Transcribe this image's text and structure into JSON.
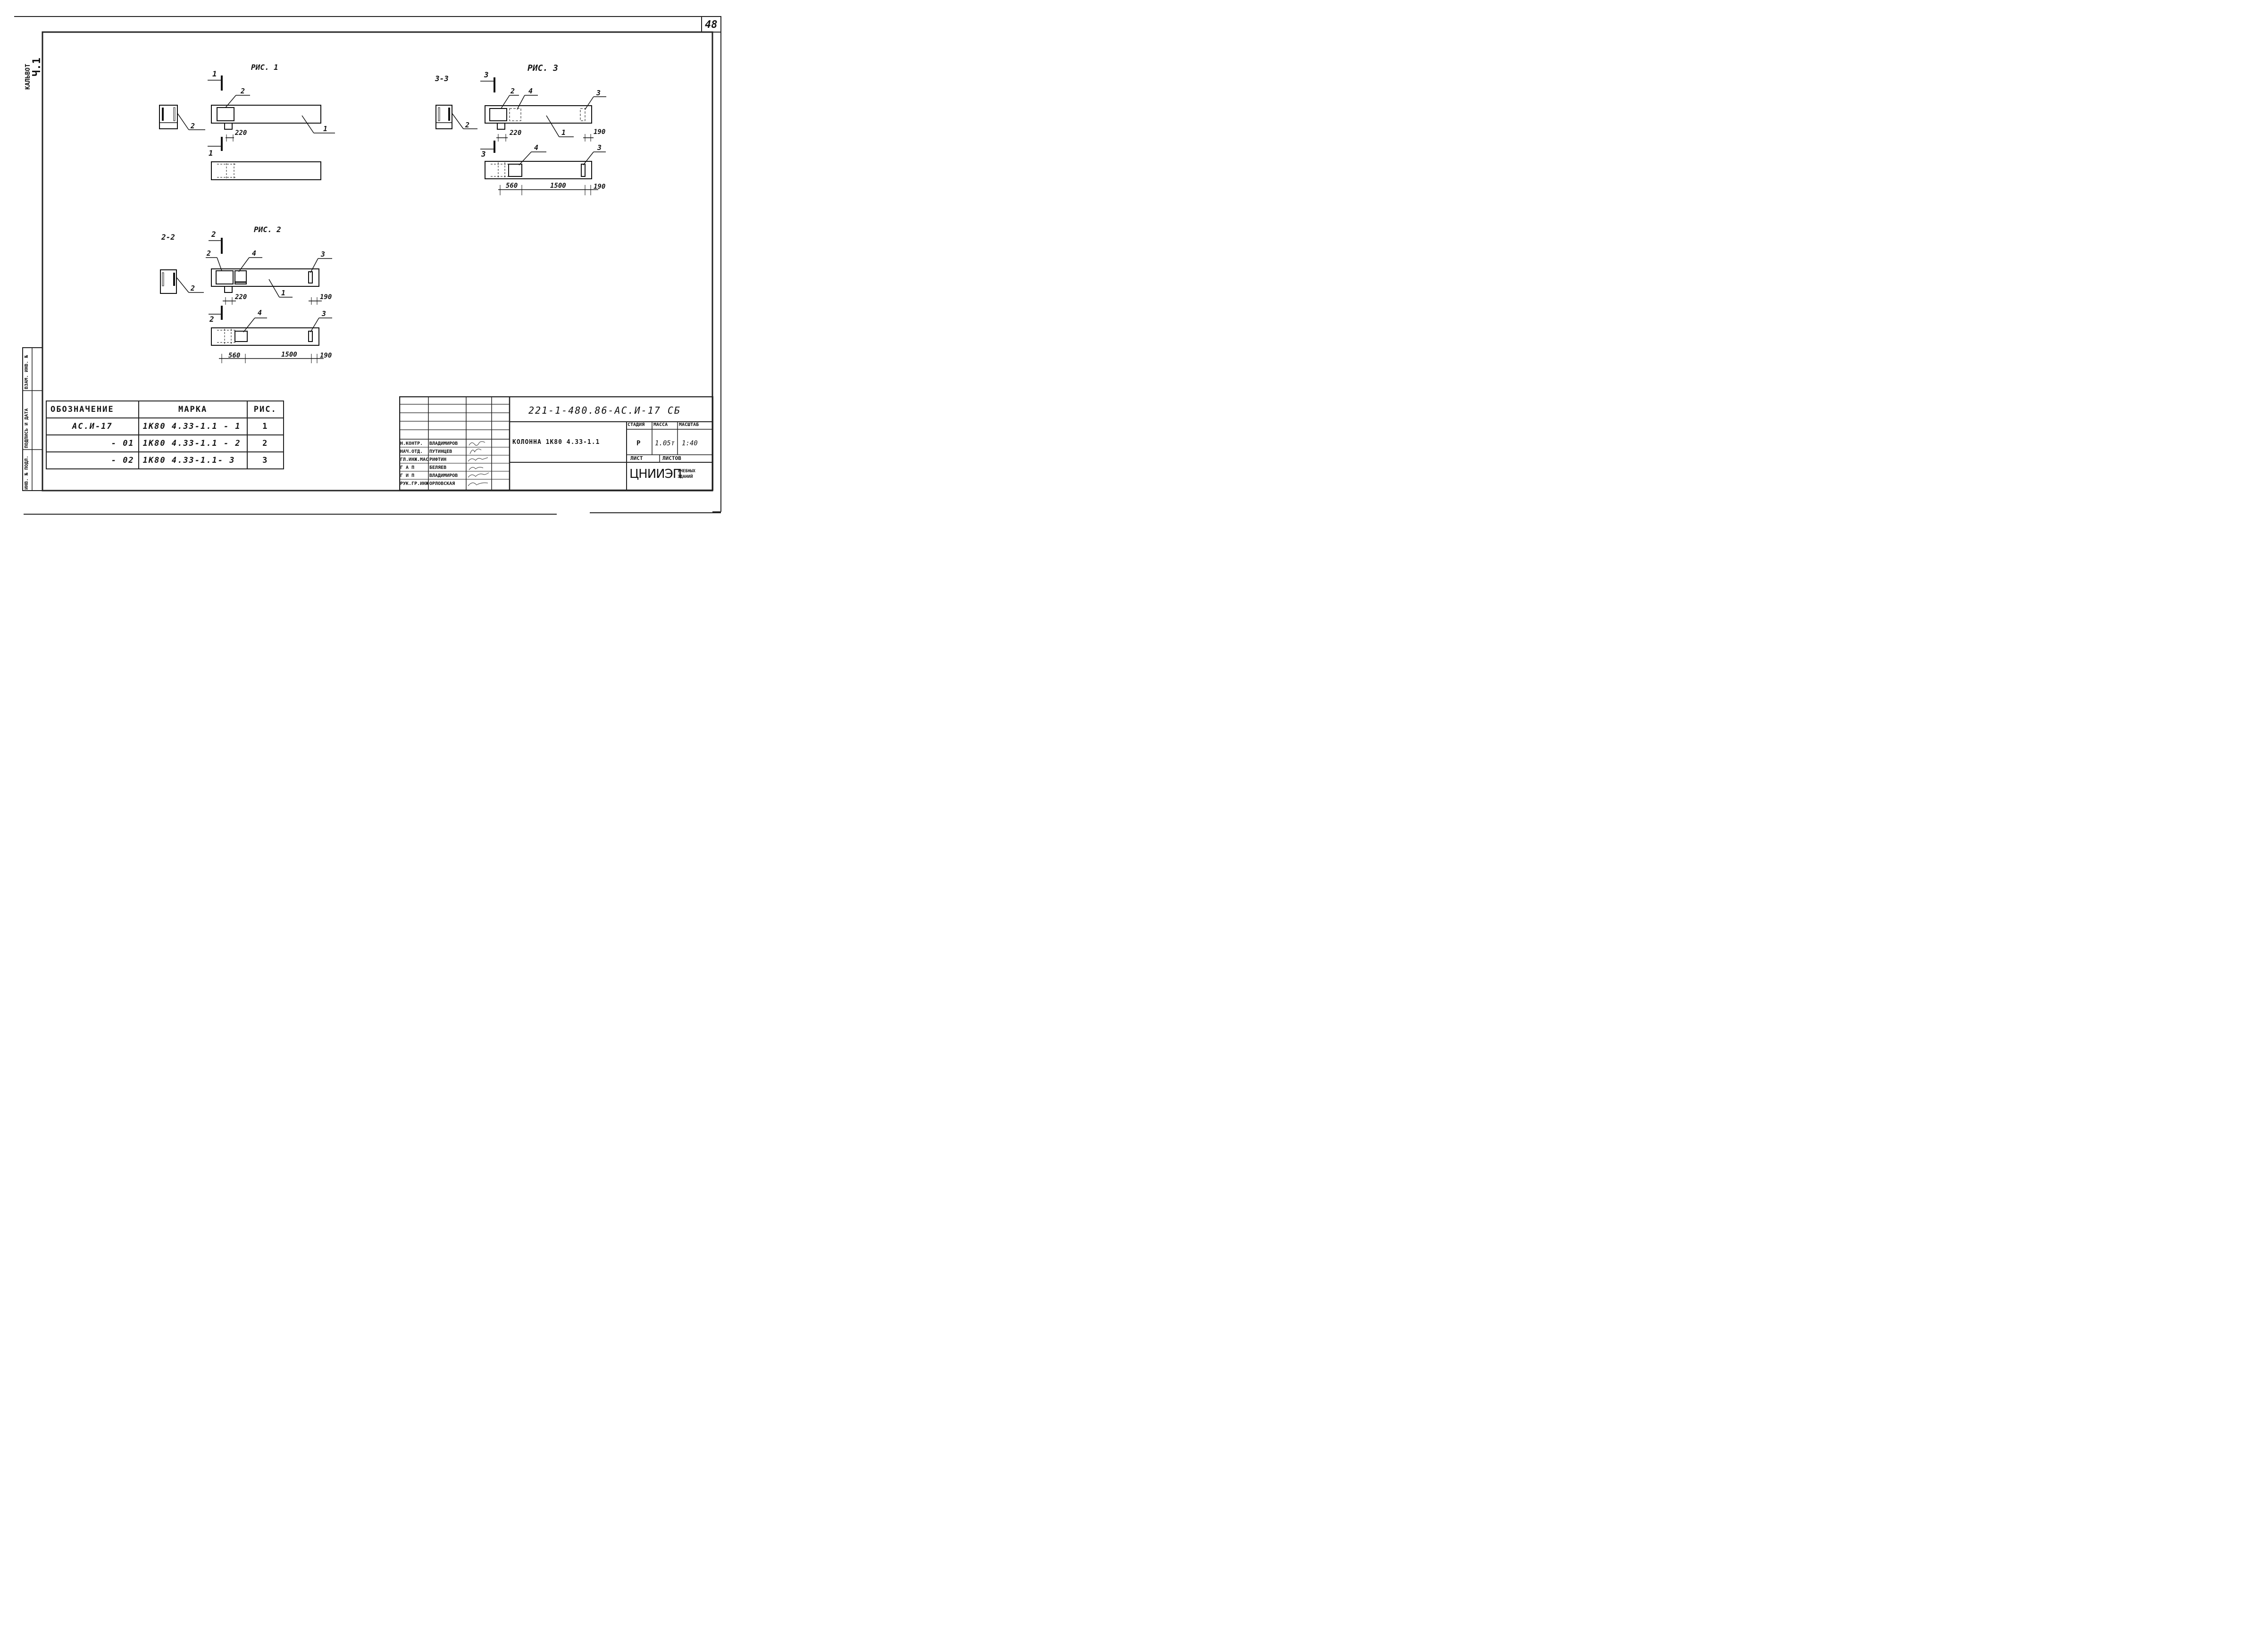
{
  "sheet": {
    "number": "48",
    "left_label_top": "КАЛЬВОТ",
    "left_label_code": "Ч.1"
  },
  "figures": {
    "fig1": {
      "title": "РИС. 1",
      "section_mark": "1",
      "dim": "220",
      "callouts": {
        "element_1": "1",
        "element_2": "2"
      }
    },
    "fig2": {
      "title": "РИС. 2",
      "section": "2-2",
      "section_mark": "2",
      "dims": {
        "d220": "220",
        "d190": "190",
        "d560": "560",
        "d1500": "1500",
        "d190b": "190"
      },
      "callouts": {
        "element_1": "1",
        "element_2": "2",
        "element_3": "3",
        "element_4": "4"
      }
    },
    "fig3": {
      "title": "РИС. 3",
      "section": "3-3",
      "section_mark": "3",
      "dims": {
        "d220": "220",
        "d190": "190",
        "d560": "560",
        "d1500": "1500",
        "d190b": "190"
      },
      "callouts": {
        "element_1": "1",
        "element_2": "2",
        "element_3": "3",
        "element_4": "4"
      }
    }
  },
  "spec_table": {
    "headers": [
      "ОБОЗНАЧЕНИЕ",
      "МАРКА",
      "РИС."
    ],
    "rows": [
      [
        "АС.И-17",
        "1К80 4.33-1.1 - 1",
        "1"
      ],
      [
        "- 01",
        "1К80 4.33-1.1 - 2",
        "2"
      ],
      [
        "- 02",
        "1К80 4.33-1.1- 3",
        "3"
      ]
    ]
  },
  "left_stamp": [
    "ИНВ. № ПОДЛ.",
    "ПОДПИСЬ И ДАТА",
    "ВЗАМ. ИНВ. №"
  ],
  "title_block": {
    "doc_code": "221-1-480.86-АС.И-17 СБ",
    "name": "КОЛОННА 1К80 4.33-1.1",
    "stage_label": "СТАДИЯ",
    "mass_label": "МАССА",
    "scale_label": "МАСШТАБ",
    "stage": "Р",
    "mass": "1.05т",
    "scale": "1:40",
    "sheet_label": "ЛИСТ",
    "sheets_label": "ЛИСТОВ",
    "org": "ЦНИИЭП",
    "org_sub1": "УЧЕБНЫХ",
    "org_sub2": "ЗДАНИЙ",
    "roles": [
      {
        "role": "Н.КОНТР.",
        "name": "ВЛАДИМИРОВ"
      },
      {
        "role": "НАЧ.ОТД.",
        "name": "ПУТИНЦЕВ"
      },
      {
        "role": "ГЛ.ИНЖ.МАС",
        "name": "РИФТИН"
      },
      {
        "role": "Г А П",
        "name": "БЕЛЯЕВ"
      },
      {
        "role": "Г И П",
        "name": "ВЛАДИМИРОВ"
      },
      {
        "role": "РУК.ГР.ИНЖ",
        "name": "ОРЛОВСКАЯ"
      }
    ]
  }
}
